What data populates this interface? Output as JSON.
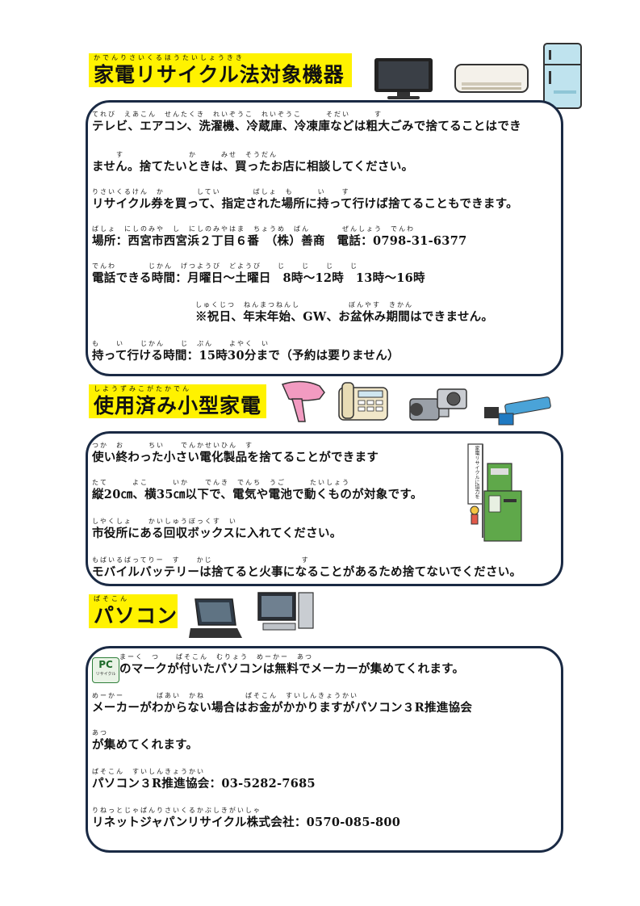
{
  "section1": {
    "heading_ruby": "かでんりさいくるほうたいしょうきき",
    "heading": "家電リサイクル法対象機器",
    "lines": [
      {
        "ruby": "てれび　えあこん　せんたくき　れいぞうこ　れいぞうこ　　　そだい　　　す",
        "text": "テレビ、エアコン、洗濯機、冷蔵庫、冷凍庫などは粗大ごみで捨てることはでき"
      },
      {
        "ruby": "　　　す　　　　　　　　か　　　みせ　そうだん",
        "text": "ません。捨てたいときは、買ったお店に相談してください。"
      },
      {
        "ruby": "りさいくるけん　か　　　　してい　　　　ばしょ　も　　　い　　す",
        "text": "リサイクル券を買って、指定された場所に持って行けば捨てることもできます。"
      },
      {
        "ruby": "ばしょ　にしのみや　し　にしのみやはま　ちょうめ　ばん　　　　ぜんしょう　でんわ",
        "text": "場所：西宮市西宮浜２丁目６番　（株）善商　電話：0798-31-6377"
      },
      {
        "ruby": "でんわ　　　　じかん　げつようび　どようび　　じ　　じ　　じ　　じ",
        "text": "電話できる時間：月曜日～土曜日　8時～12時　13時～16時"
      },
      {
        "ruby": "しゅくじつ　ねんまつねんし　　　　　　ぼんやす　きかん",
        "text": "※祝日、年末年始、GW、お盆休み期間はできません。"
      },
      {
        "ruby": "も　　い　　じかん　　じ　ぷん　　よやく　い",
        "text": "持って行ける時間：15時30分まで（予約は要りません）"
      }
    ]
  },
  "section2": {
    "heading_ruby": "しようずみこがたかでん",
    "heading": "使用済み小型家電",
    "lines": [
      {
        "ruby": "つか　お　　　ちい　　でんかせいひん　す",
        "text": "使い終わった小さい電化製品を捨てることができます"
      },
      {
        "ruby": "たて　　　よこ　　　いか　　でんき　でんち　うご　　　たいしょう",
        "text": "縦20㎝、横35㎝以下で、電気や電池で動くものが対象です。"
      },
      {
        "ruby": "しやくしょ　　かいしゅうぼっくす　い",
        "text": "市役所にある回収ボックスに入れてください。"
      },
      {
        "ruby": "もばいるばってりー　す　　かじ　　　　　　　　　　　す",
        "text": "モバイルバッテリーは捨てると火事になることがあるため捨てないでください。"
      }
    ],
    "box_banner": "家電リサイクルに協力を"
  },
  "section3": {
    "heading_ruby": "ぱそこん",
    "heading": "パソコン",
    "pc_mark": "PC",
    "pc_mark_sub": "リサイクル",
    "lines": [
      {
        "ruby": "まーく　つ　　ぱそこん　むりょう　めーかー　あつ",
        "text": "のマークが付いたパソコンは無料でメーカーが集めてくれます。"
      },
      {
        "ruby": "めーかー　　　　ばあい　かね　　　　　ぱそこん　すいしんきょうかい",
        "text": "メーカーがわからない場合はお金がかかりますがパソコン３R推進協会"
      },
      {
        "ruby": "あつ",
        "text": "が集めてくれます。"
      },
      {
        "ruby": "ぱそこん　すいしんきょうかい",
        "text": "パソコン３R推進協会：03-5282-7685"
      },
      {
        "ruby": "りねっとじゃぱんりさいくるかぶしきがいしゃ",
        "text": "リネットジャパンリサイクル株式会社：0570-085-800"
      }
    ]
  },
  "colors": {
    "highlight": "#fff200",
    "border": "#1a2a44",
    "bin": "#5fa84a"
  }
}
